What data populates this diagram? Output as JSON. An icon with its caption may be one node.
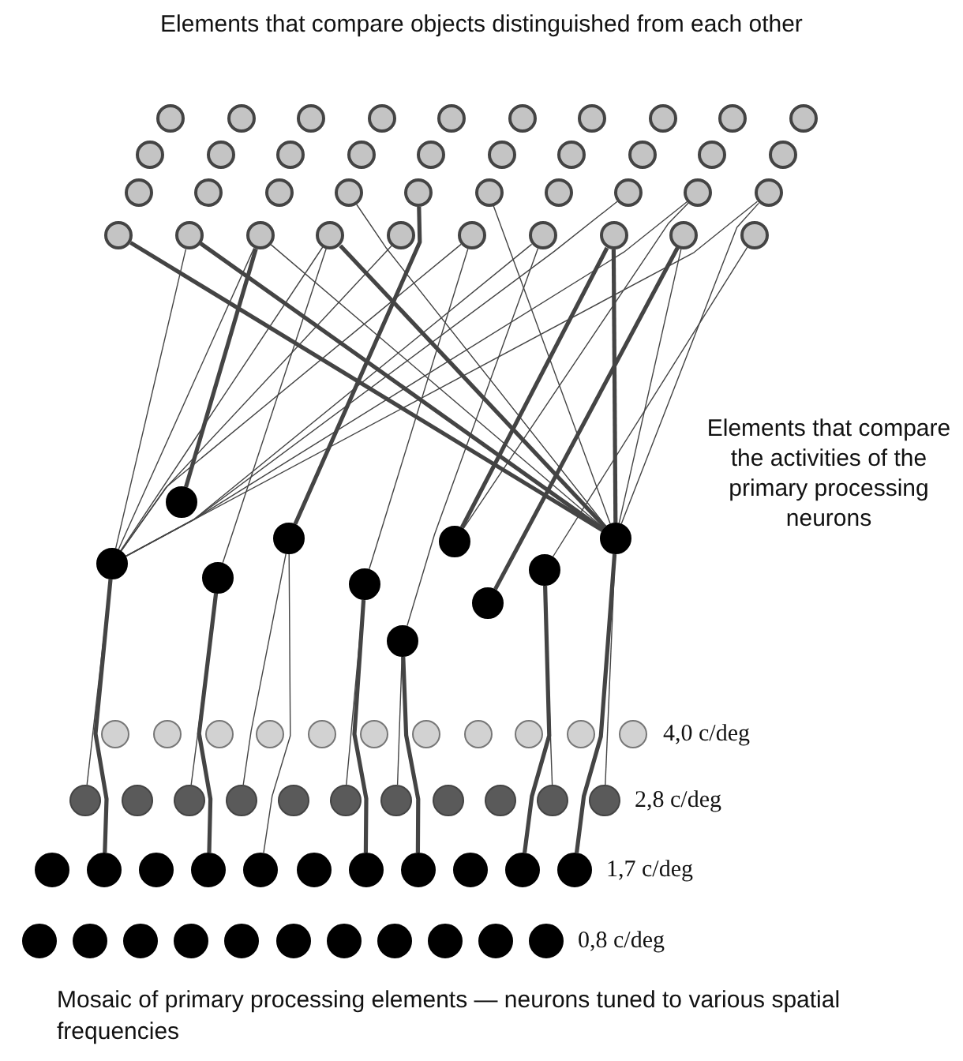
{
  "diagram": {
    "title": "Elements that compare objects distinguished from each other",
    "caption": "Mosaic of primary processing elements — neurons tuned to various spatial frequencies",
    "nodes": [
      {
        "text": [],
        "shape": "circle"
      },
      {
        "text": [],
        "shape": "circle"
      },
      {
        "text": [],
        "shape": "circle"
      },
      {
        "text": [],
        "shape": "circle"
      },
      {
        "text": [],
        "shape": "circle"
      },
      {
        "text": [],
        "shape": "circle"
      },
      {
        "text": [],
        "shape": "circle"
      },
      {
        "text": [],
        "shape": "circle"
      },
      {
        "text": [],
        "shape": "circle"
      },
      {
        "text": [],
        "shape": "circle"
      },
      {
        "text": [],
        "shape": "circle"
      },
      {
        "text": [],
        "shape": "circle"
      },
      {
        "text": [],
        "shape": "circle"
      },
      {
        "text": [],
        "shape": "circle"
      },
      {
        "text": [],
        "shape": "circle"
      },
      {
        "text": [],
        "shape": "circle"
      },
      {
        "text": [],
        "shape": "circle"
      },
      {
        "text": [],
        "shape": "circle"
      },
      {
        "text": [],
        "shape": "circle"
      },
      {
        "text": [],
        "shape": "circle"
      },
      {
        "text": [],
        "shape": "circle"
      },
      {
        "text": [],
        "shape": "circle"
      },
      {
        "text": [],
        "shape": "circle"
      },
      {
        "text": [],
        "shape": "circle"
      },
      {
        "text": [],
        "shape": "circle"
      },
      {
        "text": [],
        "shape": "circle"
      },
      {
        "text": [],
        "shape": "circle"
      },
      {
        "text": [],
        "shape": "circle"
      },
      {
        "text": [],
        "shape": "circle"
      },
      {
        "text": [],
        "shape": "circle"
      },
      {
        "text": [],
        "shape": "circle"
      },
      {
        "text": [],
        "shape": "circle"
      },
      {
        "text": [],
        "shape": "circle"
      },
      {
        "text": [],
        "shape": "circle"
      },
      {
        "text": [],
        "shape": "circle"
      },
      {
        "text": [],
        "shape": "circle"
      },
      {
        "text": [],
        "shape": "circle"
      },
      {
        "text": [],
        "shape": "circle"
      },
      {
        "text": [],
        "shape": "circle"
      },
      {
        "text": [],
        "shape": "circle"
      },
      {
        "text": [],
        "shape": "circle"
      },
      {
        "text": [],
        "shape": "circle"
      },
      {
        "text": [],
        "shape": "circle"
      },
      {
        "text": [],
        "shape": "circle"
      },
      {
        "text": [],
        "shape": "circle"
      },
      {
        "text": [],
        "shape": "circle"
      },
      {
        "text": [],
        "shape": "circle"
      },
      {
        "text": [],
        "shape": "circle"
      },
      {
        "text": [],
        "shape": "circle"
      },
      {
        "text": [],
        "shape": "circle"
      },
      {
        "text": [],
        "shape": "circle"
      },
      {
        "text": [],
        "shape": "circle"
      },
      {
        "text": [],
        "shape": "circle"
      },
      {
        "text": [],
        "shape": "circle"
      },
      {
        "text": [],
        "shape": "circle"
      },
      {
        "text": [],
        "shape": "circle"
      },
      {
        "text": [],
        "shape": "circle"
      },
      {
        "text": [],
        "shape": "circle"
      },
      {
        "text": [],
        "shape": "circle"
      },
      {
        "text": [],
        "shape": "circle"
      },
      {
        "text": [],
        "shape": "circle"
      },
      {
        "text": [],
        "shape": "circle"
      },
      {
        "text": [],
        "shape": "circle"
      },
      {
        "text": [],
        "shape": "circle"
      },
      {
        "text": [],
        "shape": "circle"
      },
      {
        "text": [],
        "shape": "circle"
      },
      {
        "text": [],
        "shape": "circle"
      },
      {
        "text": [],
        "shape": "circle"
      },
      {
        "text": [],
        "shape": "circle"
      },
      {
        "text": [],
        "shape": "circle"
      },
      {
        "text": [],
        "shape": "circle"
      },
      {
        "text": [],
        "shape": "circle"
      },
      {
        "text": [],
        "shape": "circle"
      },
      {
        "text": [],
        "shape": "circle"
      },
      {
        "text": [],
        "shape": "circle"
      },
      {
        "text": [],
        "shape": "circle"
      },
      {
        "text": [],
        "shape": "circle"
      },
      {
        "text": [],
        "shape": "circle"
      },
      {
        "text": [],
        "shape": "circle"
      },
      {
        "text": [],
        "shape": "circle"
      },
      {
        "text": [],
        "shape": "circle"
      },
      {
        "text": [],
        "shape": "circle"
      },
      {
        "text": [],
        "shape": "circle"
      },
      {
        "text": [],
        "shape": "circle"
      },
      {
        "text": [],
        "shape": "circle"
      },
      {
        "text": [],
        "shape": "circle"
      },
      {
        "text": [],
        "shape": "circle"
      },
      {
        "text": [],
        "shape": "circle"
      },
      {
        "text": [],
        "shape": "circle"
      },
      {
        "text": [],
        "shape": "circle"
      },
      {
        "text": [],
        "shape": "circle"
      },
      {
        "text": [],
        "shape": "circle"
      },
      {
        "text": [],
        "shape": "circle"
      },
      {
        "text": [],
        "shape": "circle"
      }
    ],
    "edges": [
      {
        "from": 40,
        "to": 31,
        "arrow": "none"
      },
      {
        "from": 40,
        "to": 32,
        "arrow": "none"
      },
      {
        "from": 40,
        "to": 33,
        "arrow": "none"
      },
      {
        "from": 40,
        "to": 34,
        "arrow": "none"
      },
      {
        "from": 40,
        "to": 35,
        "arrow": "none"
      },
      {
        "from": 40,
        "to": 36,
        "arrow": "none"
      },
      {
        "from": 40,
        "to": 27,
        "arrow": "none"
      },
      {
        "from": 40,
        "to": 28,
        "arrow": "none"
      },
      {
        "from": 40,
        "to": 29,
        "arrow": "none"
      },
      {
        "from": 73,
        "to": 40,
        "arrow": "none",
        "style": "thick"
      },
      {
        "from": 61,
        "to": 40,
        "arrow": "none"
      },
      {
        "from": 41,
        "to": 32,
        "arrow": "none",
        "style": "thick"
      },
      {
        "from": 42,
        "to": 33,
        "arrow": "none"
      },
      {
        "from": 75,
        "to": 42,
        "arrow": "none",
        "style": "thick"
      },
      {
        "from": 63,
        "to": 42,
        "arrow": "none"
      },
      {
        "from": 43,
        "to": 24,
        "arrow": "none",
        "style": "thick"
      },
      {
        "from": 76,
        "to": 43,
        "arrow": "none"
      },
      {
        "from": 64,
        "to": 43,
        "arrow": "none"
      },
      {
        "from": 44,
        "to": 35,
        "arrow": "none"
      },
      {
        "from": 78,
        "to": 44,
        "arrow": "none",
        "style": "thick"
      },
      {
        "from": 66,
        "to": 44,
        "arrow": "none"
      },
      {
        "from": 45,
        "to": 36,
        "arrow": "none"
      },
      {
        "from": 79,
        "to": 45,
        "arrow": "none",
        "style": "thick"
      },
      {
        "from": 67,
        "to": 45,
        "arrow": "none"
      },
      {
        "from": 46,
        "to": 37,
        "arrow": "none",
        "style": "thick"
      },
      {
        "from": 46,
        "to": 28,
        "arrow": "none"
      },
      {
        "from": 47,
        "to": 38,
        "arrow": "none",
        "style": "thick"
      },
      {
        "from": 48,
        "to": 39,
        "arrow": "none"
      },
      {
        "from": 81,
        "to": 48,
        "arrow": "none",
        "style": "thick"
      },
      {
        "from": 70,
        "to": 48,
        "arrow": "none"
      },
      {
        "from": 49,
        "to": 30,
        "arrow": "none",
        "style": "thick"
      },
      {
        "from": 49,
        "to": 31,
        "arrow": "none",
        "style": "thick"
      },
      {
        "from": 49,
        "to": 32,
        "arrow": "none"
      },
      {
        "from": 49,
        "to": 33,
        "arrow": "none",
        "style": "thick"
      },
      {
        "from": 49,
        "to": 23,
        "arrow": "none"
      },
      {
        "from": 49,
        "to": 25,
        "arrow": "none"
      },
      {
        "from": 49,
        "to": 37,
        "arrow": "none",
        "style": "thick"
      },
      {
        "from": 49,
        "to": 38,
        "arrow": "none"
      },
      {
        "from": 49,
        "to": 29,
        "arrow": "none"
      },
      {
        "from": 82,
        "to": 49,
        "arrow": "none",
        "style": "thick"
      },
      {
        "from": 71,
        "to": 49,
        "arrow": "none"
      }
    ],
    "labels": [
      "Elements that compare the activities of the primary processing neurons",
      "4,0 c/deg",
      "2,8 c/deg",
      "1,7 c/deg",
      "0,8 c/deg"
    ]
  }
}
